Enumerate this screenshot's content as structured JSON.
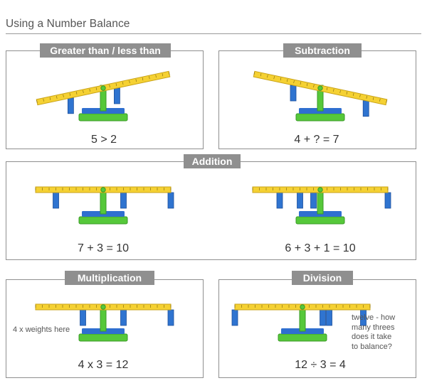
{
  "page": {
    "title": "Using a Number Balance"
  },
  "panels": {
    "greater_less": {
      "label": "Greater than / less than",
      "equation": "5 > 2"
    },
    "subtraction": {
      "label": "Subtraction",
      "equation": "4 + ? = 7"
    },
    "addition": {
      "label": "Addition",
      "equation_left": "7 + 3 = 10",
      "equation_right": "6 + 3  + 1 = 10"
    },
    "multiplication": {
      "label": "Multiplication",
      "equation": "4  x  3 = 12",
      "note": "4 x weights here"
    },
    "division": {
      "label": "Division",
      "equation": "12 ÷ 3 = 4",
      "note_lines": [
        "twelve - how",
        "many threes",
        "does it take",
        "to balance?"
      ]
    }
  },
  "colors": {
    "beam": "#f5d133",
    "beam_edge": "#c9a318",
    "post": "#56c83a",
    "post_edge": "#3a9a26",
    "base": "#2f6fd0",
    "weight": "#2f74d0",
    "weight_edge": "#1c4f9c",
    "label_bg": "#8f8f8f",
    "border": "#8f8f8f"
  },
  "icons": [
    "number-balance-icon",
    "weight-icon"
  ]
}
